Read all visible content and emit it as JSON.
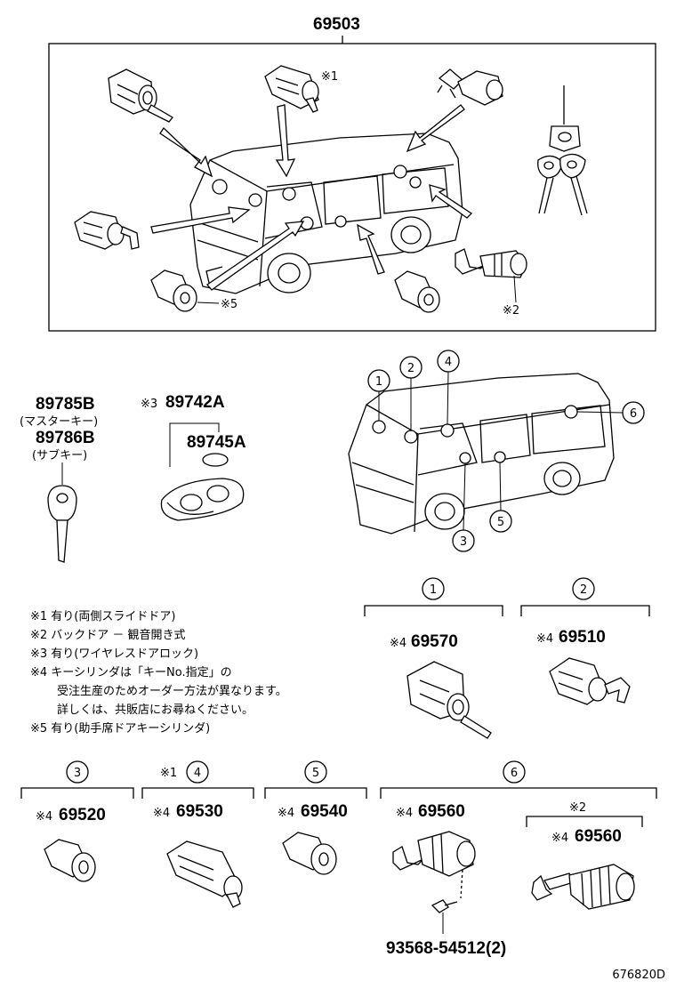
{
  "title_part": "69503",
  "mark_note1": "※1",
  "mark_note2": "※2",
  "mark_note5": "※5",
  "keys": {
    "master_part": "89785B",
    "master_label": "(マスターキー)",
    "sub_part": "89786B",
    "sub_label": "(サブキー)",
    "remote_mark": "※3",
    "remote_part": "89742A",
    "battery_part": "89745A"
  },
  "circle_labels": [
    "1",
    "2",
    "3",
    "4",
    "5",
    "6"
  ],
  "notes": [
    "※1  有り(両側スライドドア)",
    "※2  バックドア － 観音開き式",
    "※3  有り(ワイヤレスドアロック)",
    "※4  キーシリンダは「キーNo.指定」の",
    "受注生産のためオーダー方法が異なります。",
    "詳しくは、共販店にお尋ねください。",
    "※5 有り(助手席ドアキーシリンダ)"
  ],
  "groups": {
    "g1": {
      "circle": "1",
      "mark": "※4",
      "part": "69570"
    },
    "g2": {
      "circle": "2",
      "mark": "※4",
      "part": "69510"
    },
    "g3": {
      "circle": "3",
      "mark": "※4",
      "part": "69520"
    },
    "g4": {
      "pre_mark": "※1",
      "circle": "4",
      "mark": "※4",
      "part": "69530"
    },
    "g5": {
      "circle": "5",
      "mark": "※4",
      "part": "69540"
    },
    "g6": {
      "circle": "6",
      "mark": "※4",
      "part": "69560",
      "sub_mark": "※2",
      "sub_mark2": "※4",
      "sub_part": "69560",
      "screw_part": "93568-54512(2)"
    }
  },
  "footer_code": "676820D"
}
